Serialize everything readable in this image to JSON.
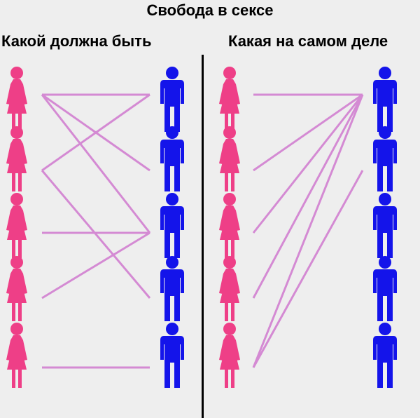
{
  "header": {
    "title": "Свобода в сексе",
    "left_heading": "Какой должна быть",
    "right_heading": "Какая на самом деле"
  },
  "colors": {
    "woman": "#ee3f87",
    "man": "#1414ea",
    "line": "#d48ad3",
    "background": "#eeeeee",
    "divider": "#000000"
  },
  "icons": [
    "woman-figure-icon",
    "man-figure-icon"
  ],
  "panels": [
    {
      "id": "ideal",
      "women_count": 5,
      "men_count": 5,
      "links": [
        [
          1,
          1
        ],
        [
          1,
          3
        ],
        [
          1,
          2
        ],
        [
          2,
          1
        ],
        [
          2,
          4
        ],
        [
          3,
          3
        ],
        [
          4,
          3
        ],
        [
          5,
          5
        ]
      ]
    },
    {
      "id": "reality",
      "women_count": 5,
      "men_count": 5,
      "links": [
        [
          1,
          1
        ],
        [
          2,
          1
        ],
        [
          3,
          1
        ],
        [
          4,
          1
        ],
        [
          5,
          1
        ],
        [
          5,
          2
        ]
      ]
    }
  ]
}
